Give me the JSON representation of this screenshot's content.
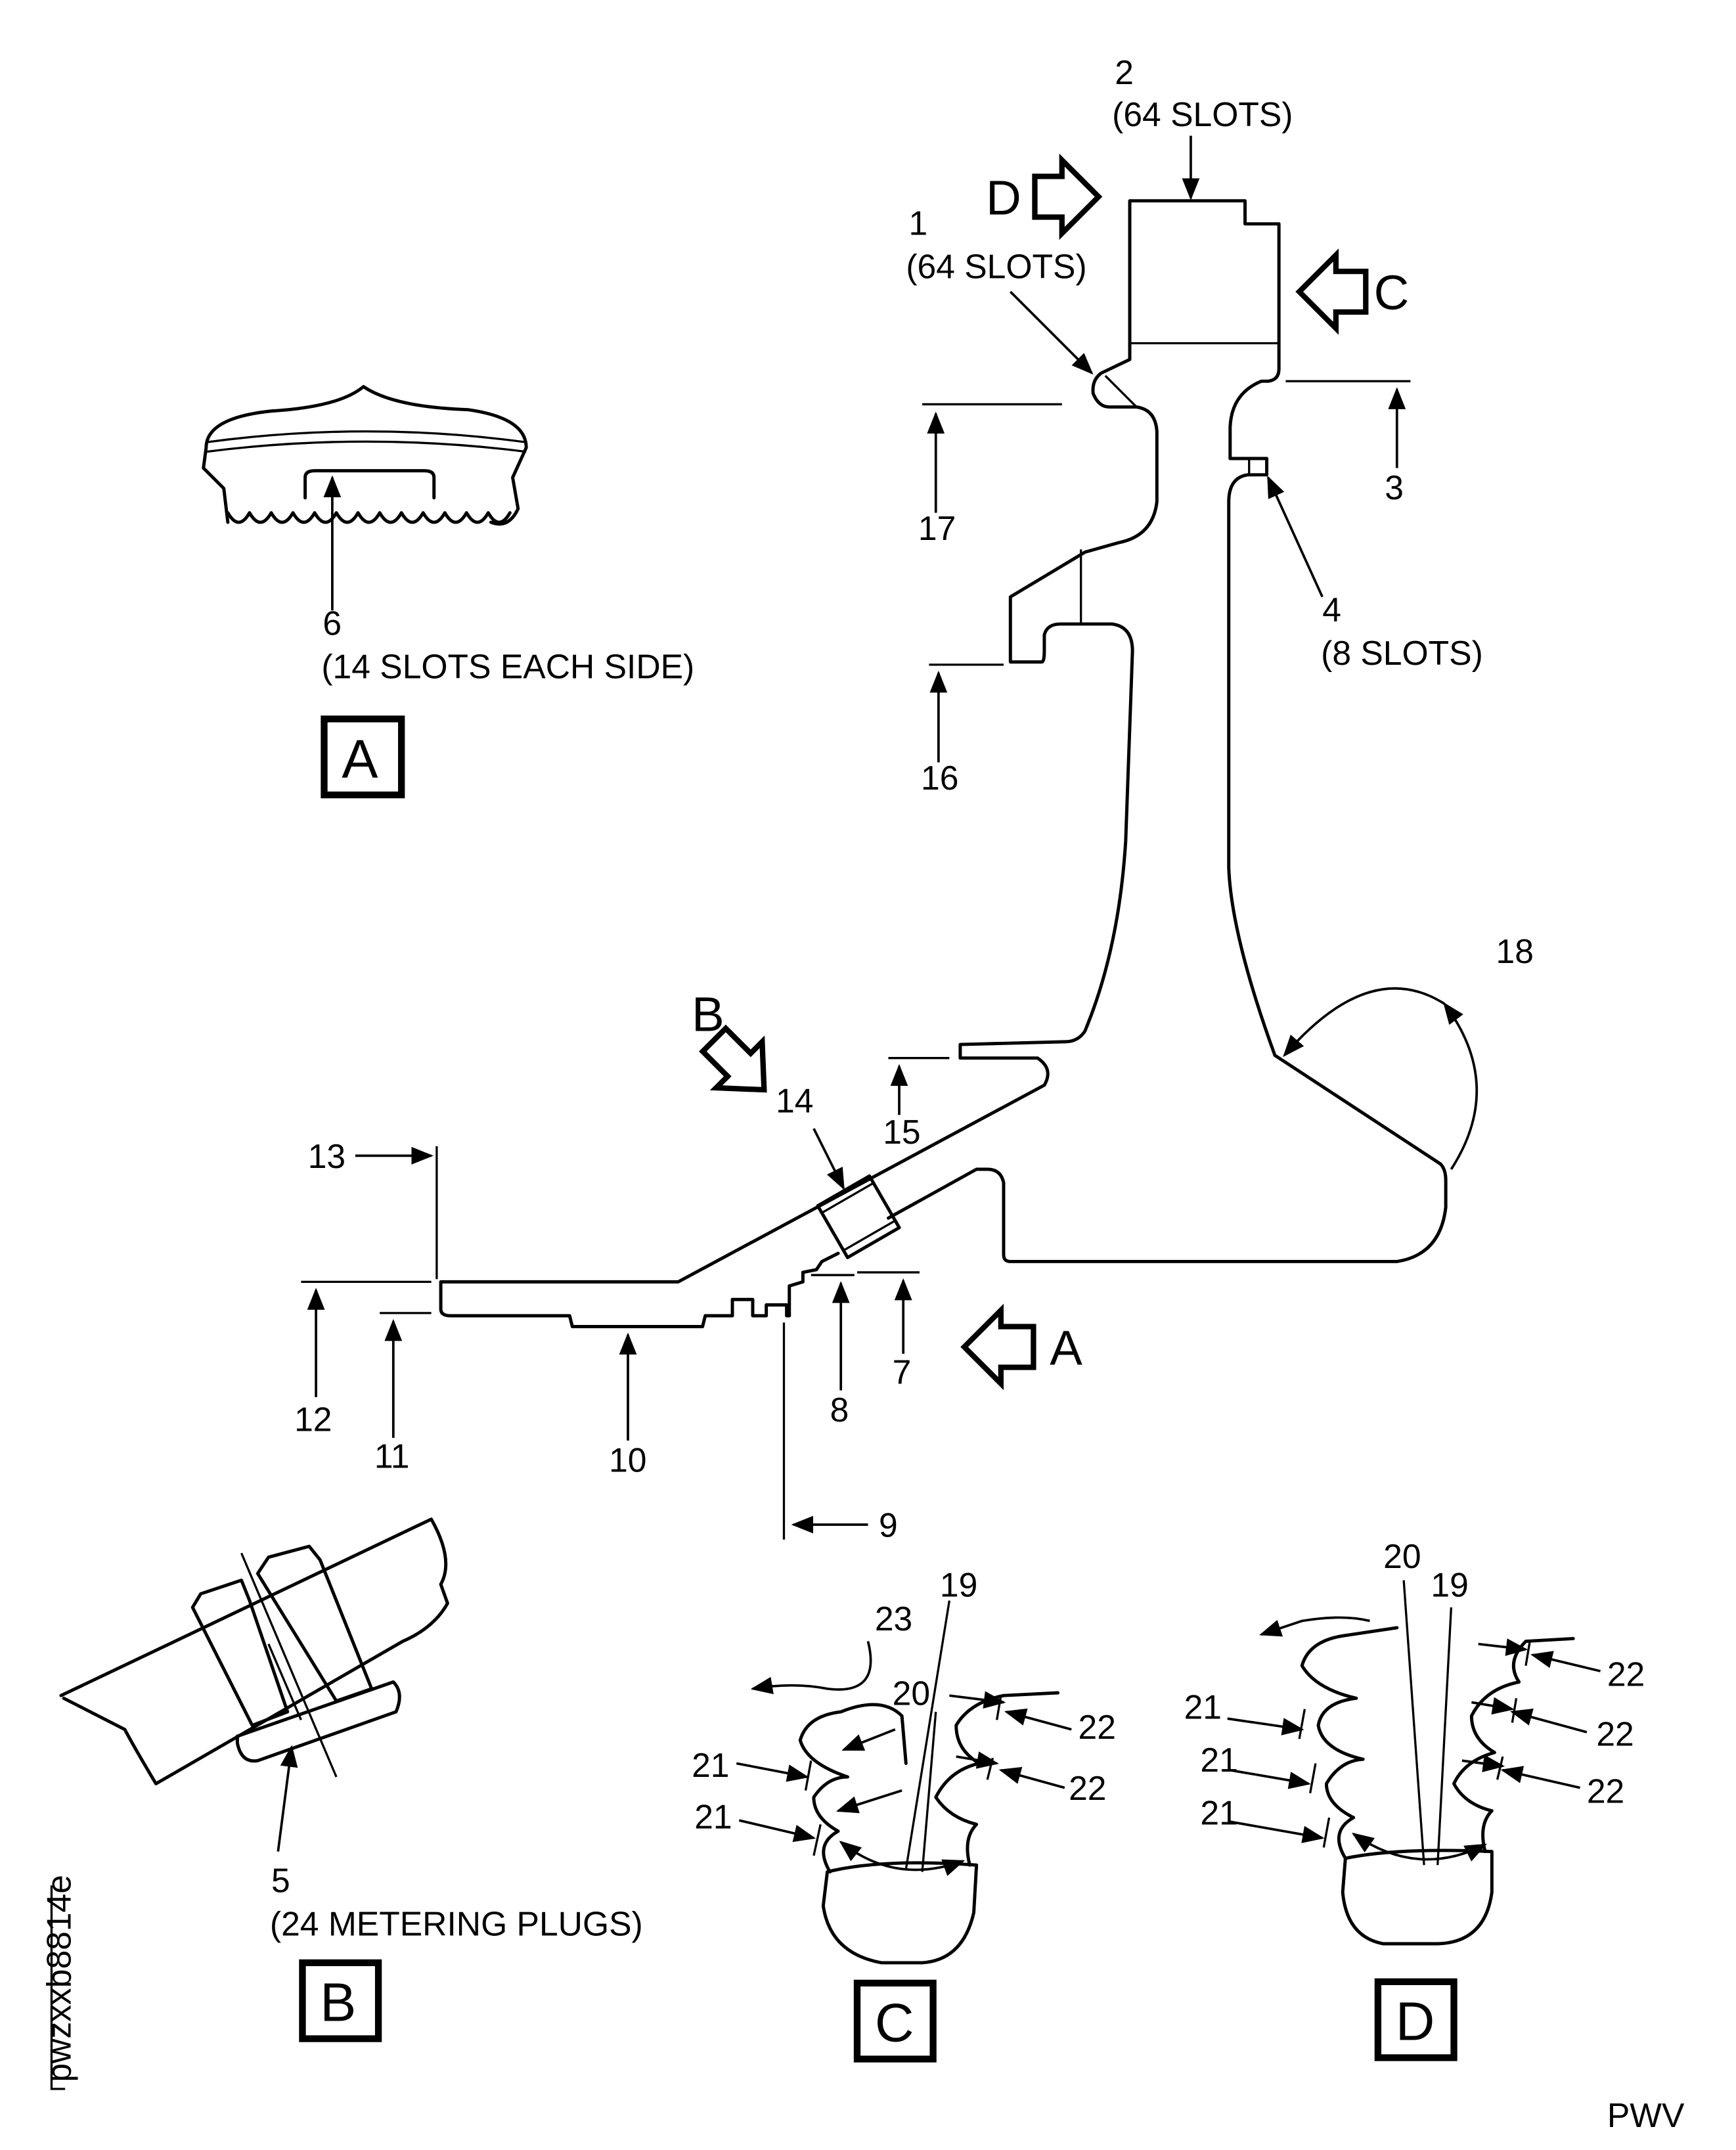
{
  "callouts": {
    "c1": "1",
    "c1_note": "(64 SLOTS)",
    "c2": "2",
    "c2_note": "(64 SLOTS)",
    "c3": "3",
    "c4": "4",
    "c4_note": "(8 SLOTS)",
    "c5": "5",
    "c5_note": "(24 METERING PLUGS)",
    "c6": "6",
    "c6_note": "(14 SLOTS EACH SIDE)",
    "c7": "7",
    "c8": "8",
    "c9": "9",
    "c10": "10",
    "c11": "11",
    "c12": "12",
    "c13": "13",
    "c14": "14",
    "c15": "15",
    "c16": "16",
    "c17": "17",
    "c18": "18",
    "c19": "19",
    "c20": "20",
    "c21": "21",
    "c22": "22",
    "c23": "23"
  },
  "view_arrows": {
    "a": "A",
    "b": "B",
    "c": "C",
    "d": "D"
  },
  "view_labels": {
    "a": "A",
    "b": "B",
    "c": "C",
    "d": "D"
  },
  "figure_code": "pwzxxb8814e",
  "footer_code": "PWV"
}
